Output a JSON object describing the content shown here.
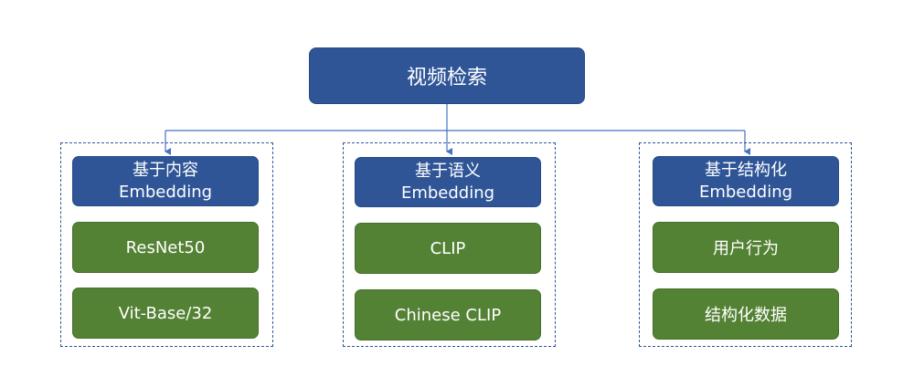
{
  "root": {
    "label": "视频检索"
  },
  "groups": [
    {
      "title_line1": "基于内容",
      "title_line2": "Embedding",
      "items": [
        "ResNet50",
        "Vit-Base/32"
      ]
    },
    {
      "title_line1": "基于语义",
      "title_line2": "Embedding",
      "items": [
        "CLIP",
        "Chinese CLIP"
      ]
    },
    {
      "title_line1": "基于结构化",
      "title_line2": "Embedding",
      "items": [
        "用户行为",
        "结构化数据"
      ]
    }
  ],
  "colors": {
    "category_fill": "#2f5597",
    "model_fill": "#548235",
    "connector": "#4472c4"
  }
}
